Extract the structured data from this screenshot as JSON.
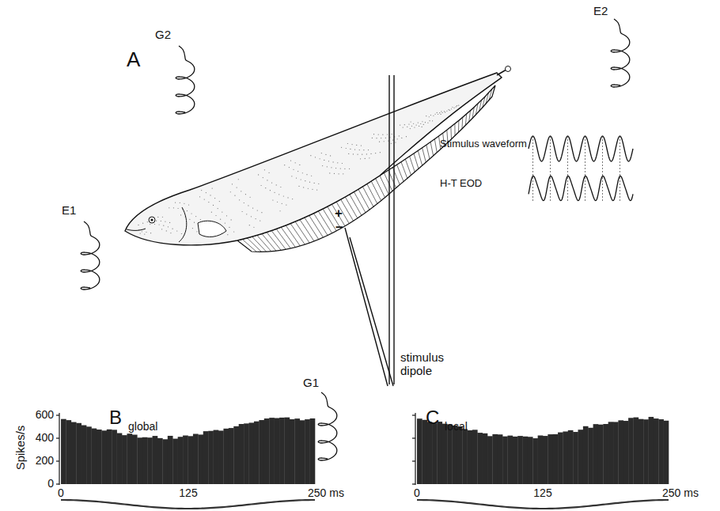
{
  "diagram": {
    "labels": [
      "A",
      "G2",
      "E2",
      "E1",
      "G1",
      "Stimulus waveform",
      "H-T EOD",
      "+",
      "−",
      "stimulus dipole",
      "B",
      "global",
      "C",
      "local",
      "Spikes/s",
      "600",
      "400",
      "200",
      "0",
      "0",
      "125",
      "250 ms",
      "0",
      "125",
      "250 ms"
    ]
  }
}
